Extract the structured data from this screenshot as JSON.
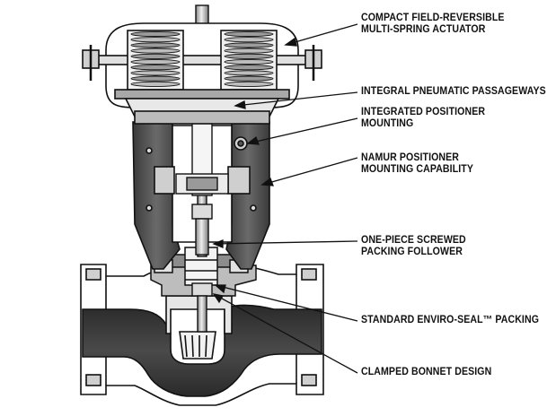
{
  "diagram": {
    "colors": {
      "ink": "#111111",
      "body_fill": "#3a3a3a",
      "metal_light": "#d9d9d9",
      "metal_mid": "#9a9a9a",
      "background": "#ffffff"
    },
    "callouts": [
      {
        "id": "actuator",
        "lines": [
          "COMPACT FIELD-REVERSIBLE",
          "MULTI-SPRING ACTUATOR"
        ]
      },
      {
        "id": "passageways",
        "lines": [
          "INTEGRAL PNEUMATIC PASSAGEWAYS"
        ]
      },
      {
        "id": "positioner-mounting",
        "lines": [
          "INTEGRATED POSITIONER",
          "MOUNTING"
        ]
      },
      {
        "id": "namur",
        "lines": [
          "NAMUR POSITIONER",
          "MOUNTING CAPABILITY"
        ]
      },
      {
        "id": "packing-follower",
        "lines": [
          "ONE-PIECE SCREWED",
          "PACKING FOLLOWER"
        ]
      },
      {
        "id": "enviro-seal",
        "lines": [
          "STANDARD ENVIRO-SEAL™ PACKING"
        ]
      },
      {
        "id": "bonnet",
        "lines": [
          "CLAMPED BONNET DESIGN"
        ]
      }
    ]
  }
}
